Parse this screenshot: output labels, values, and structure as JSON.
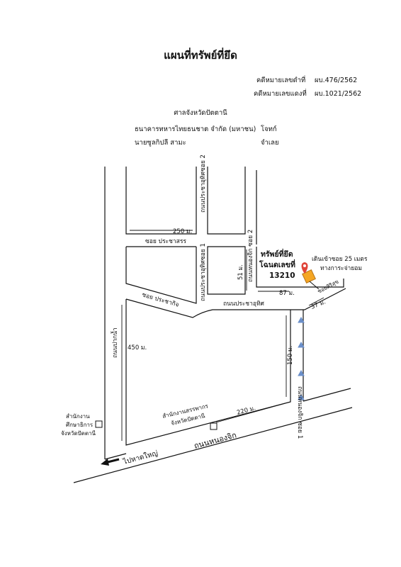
{
  "title": "แผนที่ทรัพย์ที่ยึด",
  "case": {
    "black_label": "คดีหมายเลขดำที่",
    "black_value": "ผบ.476/2562",
    "red_label": "คดีหมายเลขแดงที่",
    "red_value": "ผบ.1021/2562"
  },
  "court": "ศาลจังหวัดปัตตานี",
  "parties": {
    "plaintiff_name": "ธนาคารทหารไทยธนชาต จำกัด (มหาชน)",
    "plaintiff_role": "โจทก์",
    "defendant_name": "นายซูลกิปลี สามะ",
    "defendant_role": "จำเลย"
  },
  "map": {
    "roads": {
      "pracha_uthit_soi_2": "ถนนประชาอุทิศซอย 2",
      "nong_chik_soi_2": "ถนนหนองจิก ซอย 2",
      "soi_pracha_san": "ซอย ประชาสรร",
      "pracha_uthit_soi_1": "ถนนประชาอุทิศซอย 1",
      "soi_pracha_kit": "ซอย ประชากิจ",
      "pracha_uthit_rd": "ถนนประชาอุทิศ",
      "soi_sirisuk": "ซอยสิริสุข",
      "nong_chik_soi_1": "ถนนหนองจิก ซอย 1",
      "pak_nam_rd": "ถนนปากน้ำ",
      "nong_chik_rd": "ถนนหนองจิก",
      "to_hat_yai": "ไปหาดใหญ่"
    },
    "distances": {
      "d250": "250 ม.",
      "d51": "51 ม.",
      "d87": "87 ม.",
      "d37": "37 ม.",
      "d450": "450 ม.",
      "d150": "150 ม.",
      "d220": "220 ม."
    },
    "property": {
      "line1": "ทรัพย์ที่ยึด",
      "line2": "โฉนดเลขที่",
      "line3": "13210"
    },
    "note": {
      "line1": "เดินเข้าซอย 25 เมตร",
      "line2": "ทางการะจ่ายอม"
    },
    "landmarks": {
      "revenue_line1": "สำนักงานสรรพากร",
      "revenue_line2": "จังหวัดปัตตานี",
      "edu_line1": "สำนักงาน",
      "edu_line2": "ศึกษาธิการ",
      "edu_line3": "จังหวัดปัตตานี"
    },
    "colors": {
      "marker": "#e0453a",
      "property_fill": "#f5a623",
      "arrow": "#6b8fc9"
    }
  }
}
